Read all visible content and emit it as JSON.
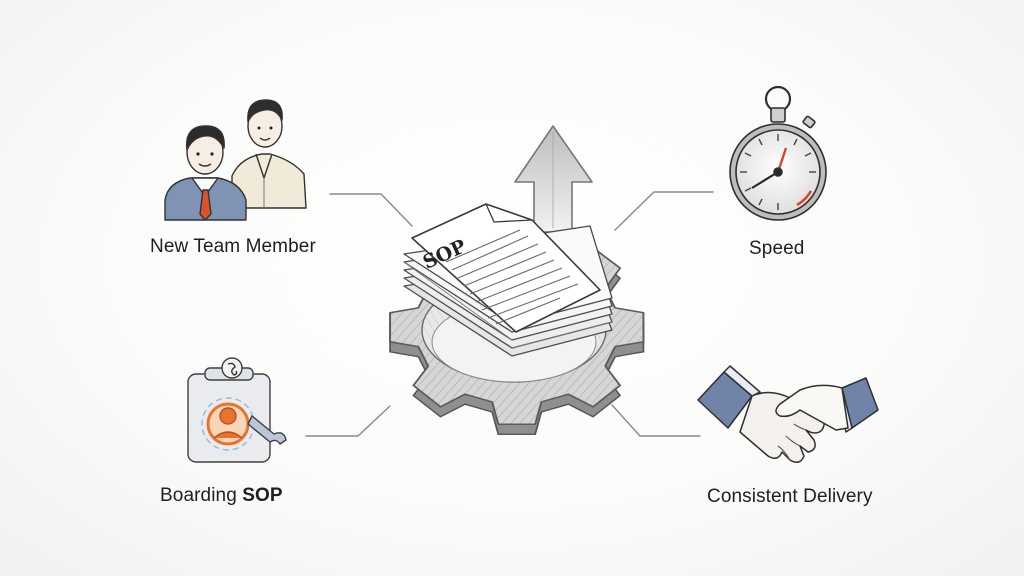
{
  "diagram": {
    "center": {
      "document_label": "SOP",
      "gear_icon": "gear-icon",
      "document_icon": "document-stack-icon",
      "arrow_icon": "up-arrow-icon"
    },
    "nodes": [
      {
        "id": "new-team-member",
        "label": "New Team Member",
        "icon": "people-icon"
      },
      {
        "id": "speed",
        "label": "Speed",
        "icon": "stopwatch-icon"
      },
      {
        "id": "onboarding-sop",
        "label_prefix": "Boarding ",
        "label_bold": "SOP",
        "icon": "onboarding-badge-icon"
      },
      {
        "id": "consistent-delivery",
        "label": "Consistent Delivery",
        "icon": "handshake-icon"
      }
    ],
    "colors": {
      "line": "#8a8a8a",
      "gear": "#cfcfcf",
      "gear_dark": "#6a6a6a",
      "shirt_blue": "#7f93b5",
      "tie_red": "#d9542a",
      "accent_orange": "#e9722c",
      "stopwatch_hand": "#d8432a"
    }
  }
}
